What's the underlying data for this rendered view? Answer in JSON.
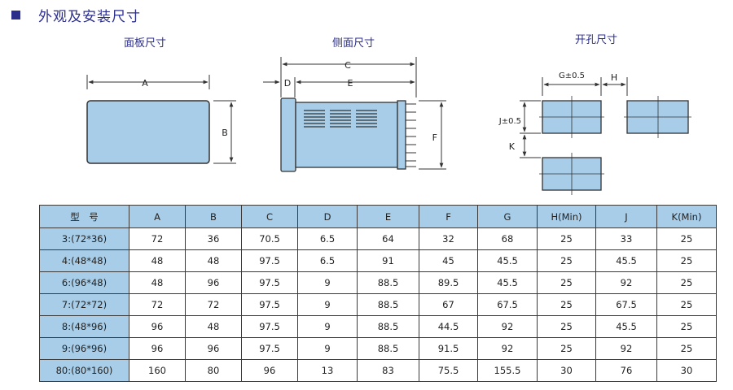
{
  "header": {
    "title": "外观及安装尺寸"
  },
  "diagrams": {
    "panel": {
      "title": "面板尺寸",
      "dim_a": "A",
      "dim_b": "B"
    },
    "side": {
      "title": "侧面尺寸",
      "dim_c": "C",
      "dim_d": "D",
      "dim_e": "E",
      "dim_f": "F"
    },
    "cutout": {
      "title": "开孔尺寸",
      "dim_g": "G±0.5",
      "dim_h": "H",
      "dim_j": "J±0.5",
      "dim_k": "K"
    }
  },
  "colors": {
    "accent": "#2c2f8a",
    "device_fill": "#a7cde9",
    "header_fill": "#a7cde9"
  },
  "table": {
    "headers": [
      "型　号",
      "A",
      "B",
      "C",
      "D",
      "E",
      "F",
      "G",
      "H(Min)",
      "J",
      "K(Min)"
    ],
    "rows": [
      [
        "3:(72*36)",
        "72",
        "36",
        "70.5",
        "6.5",
        "64",
        "32",
        "68",
        "25",
        "33",
        "25"
      ],
      [
        "4:(48*48)",
        "48",
        "48",
        "97.5",
        "6.5",
        "91",
        "45",
        "45.5",
        "25",
        "45.5",
        "25"
      ],
      [
        "6:(96*48)",
        "48",
        "96",
        "97.5",
        "9",
        "88.5",
        "89.5",
        "45.5",
        "25",
        "92",
        "25"
      ],
      [
        "7:(72*72)",
        "72",
        "72",
        "97.5",
        "9",
        "88.5",
        "67",
        "67.5",
        "25",
        "67.5",
        "25"
      ],
      [
        "8:(48*96)",
        "96",
        "48",
        "97.5",
        "9",
        "88.5",
        "44.5",
        "92",
        "25",
        "45.5",
        "25"
      ],
      [
        "9:(96*96)",
        "96",
        "96",
        "97.5",
        "9",
        "88.5",
        "91.5",
        "92",
        "25",
        "92",
        "25"
      ],
      [
        "80:(80*160)",
        "160",
        "80",
        "96",
        "13",
        "83",
        "75.5",
        "155.5",
        "30",
        "76",
        "30"
      ]
    ]
  }
}
